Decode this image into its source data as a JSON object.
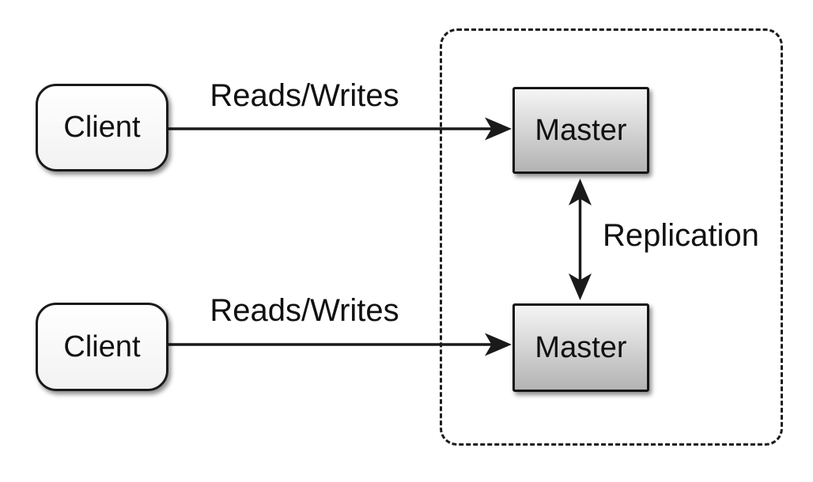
{
  "nodes": {
    "clients": [
      {
        "label": "Client"
      },
      {
        "label": "Client"
      }
    ],
    "masters": [
      {
        "label": "Master"
      },
      {
        "label": "Master"
      }
    ]
  },
  "edges": [
    {
      "from": "client-top",
      "to": "master-top",
      "label": "Reads/Writes",
      "direction": "one-way"
    },
    {
      "from": "client-bottom",
      "to": "master-bottom",
      "label": "Reads/Writes",
      "direction": "one-way"
    },
    {
      "from": "master-top",
      "to": "master-bottom",
      "label": "Replication",
      "direction": "two-way"
    }
  ],
  "colors": {
    "line": "#1a1a1a",
    "text": "#111111",
    "background": "#ffffff",
    "master_gradient_top": "#f5f5f5",
    "master_gradient_bottom": "#b3b3b3",
    "client_fill": "#ffffff"
  }
}
